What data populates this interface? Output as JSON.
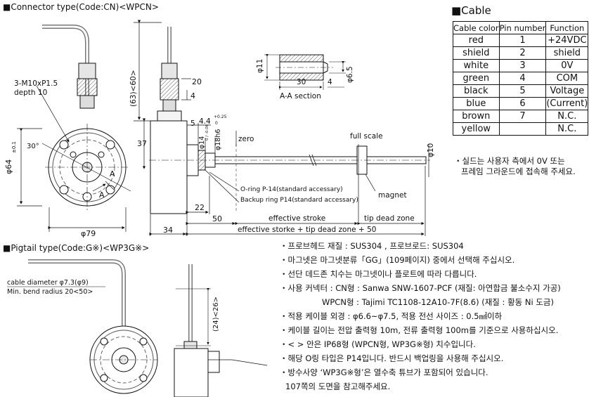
{
  "sections": {
    "connector_title": "■Connector type(Code:CN)<WPCN>",
    "pigtail_title": "■Pigtail type(Code:G※)<WP3G※>"
  },
  "connector_labels": {
    "thread": "3-M10xP1.5",
    "depth": "depth 10",
    "angle": "30°",
    "dia64": "φ64",
    "tol01": "±0.1",
    "dia79": "φ79",
    "a1": "A",
    "a2": "A",
    "len63": "(63)<60>",
    "dim20": "20",
    "dim4": "4",
    "dim37": "37",
    "dim5": "5",
    "dim44": "4.4",
    "tol025": "+0.25",
    "tol0": "0",
    "dia14": "φ14",
    "tol14": "0 / -0.06",
    "dia18": "φ18h6",
    "zero": "zero",
    "full_scale": "full scale",
    "dia10": "φ10",
    "oring": "O-ring P-14(standard accessary)",
    "backup": "Backup ring P14(standard accessary)",
    "magnet": "magnet",
    "dim22": "22",
    "dim50": "50",
    "eff_stroke": "effective stroke",
    "tip_dead": "tip dead zone",
    "dim34": "34",
    "eff_total": "effective storke + tip dead zone + 50"
  },
  "section_aa": {
    "dia11": "φ11",
    "dim30": "30",
    "dim4": "4",
    "dia65": "φ6.5",
    "caption": "A-A section"
  },
  "pigtail_labels": {
    "cable_dia": "cable diameter φ7.3(φ9)",
    "bend_radius": "Min. bend radius 20<50>",
    "len24": "(24)<26>"
  },
  "cable": {
    "title": "■Cable",
    "headers": [
      "Cable color",
      "Pin number",
      "Function"
    ],
    "rows": [
      [
        "red",
        "1",
        "+24VDC"
      ],
      [
        "shield",
        "2",
        "shield"
      ],
      [
        "white",
        "3",
        "0V"
      ],
      [
        "green",
        "4",
        "COM"
      ],
      [
        "black",
        "5",
        "Voltage"
      ],
      [
        "blue",
        "6",
        "(Current)"
      ],
      [
        "brown",
        "7",
        "N.C."
      ],
      [
        "yellow",
        "",
        "N.C."
      ]
    ],
    "note_line1": "・실드는 사용자 측에서 0V 또는",
    "note_line2": "프레임 그라운드에 접속해 주세요."
  },
  "notes": [
    "・프로브헤드 재질 : SUS304 , 프로브로드: SUS304",
    "・마그넷은 마그넷분류「GG」(109페이지) 중에서 선택해 주십시오.",
    "・선단 데드존 치수는 마그넷이나 플로트에 따라 다릅니다.",
    "・사용 커넥터 : CN형 : Sanwa SNW-1607-PCF (재질: 아연합금 불소수지 가공)",
    "WPCN형 : Tajimi TC1108-12A10-7F(8.6) (재질 : 황동 Ni 도금)",
    "・적용 케이블 외경 : φ6.6~φ7.5, 적용 전선 사이즈 : 0.5㎟이하",
    "・케이블 길이는 전압 출력형 10m, 전류 출력형 100m를 기준으로 사용하십시오.",
    "・< > 안은 IP68형 (WPCN형, WP3G※형) 치수입니다.",
    "・해당 O링 타입은 P14입니다. 반드시 백업링을 사용해 주십시오.",
    "・방수사양 ‘WP3G※형’은 열수축 튜브가 포함되어 있습니다.",
    "107쪽의 도면을 참고해주세요."
  ]
}
